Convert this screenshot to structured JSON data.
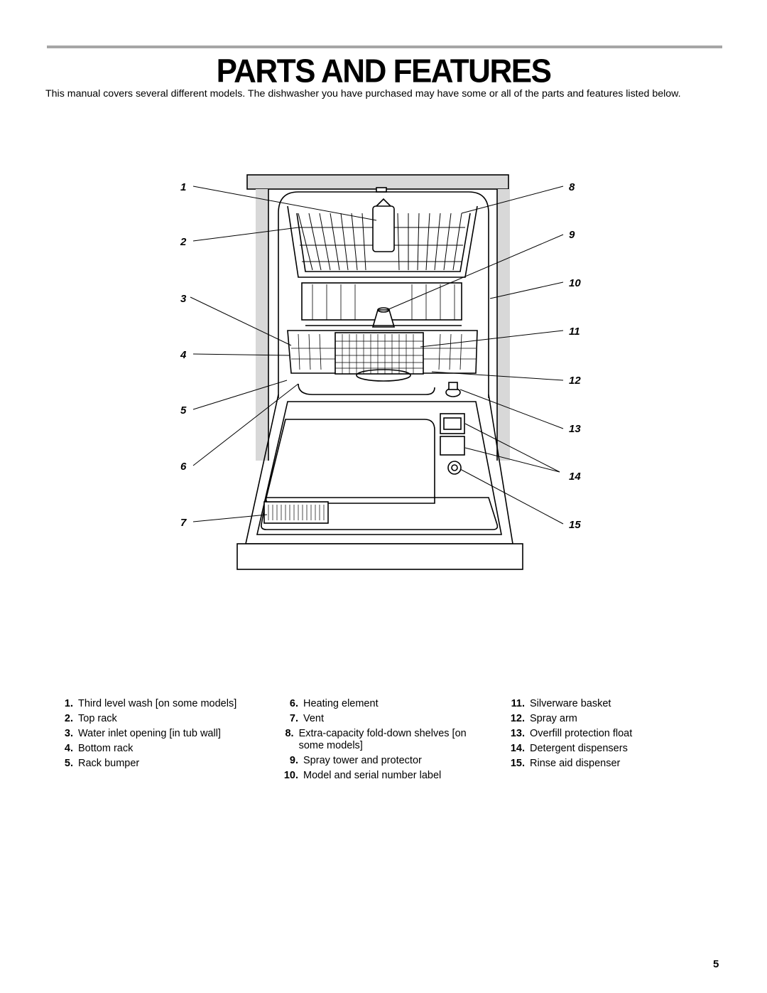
{
  "title": "PARTS AND FEATURES",
  "intro": "This manual covers several different models. The dishwasher you have purchased may have some or all of the parts and features listed below.",
  "callouts_left": [
    "1",
    "2",
    "3",
    "4",
    "5",
    "6",
    "7"
  ],
  "callouts_right": [
    "8",
    "9",
    "10",
    "11",
    "12",
    "13",
    "14",
    "15"
  ],
  "legend": {
    "col1": [
      {
        "num": "1.",
        "text": "Third level wash [on some models]"
      },
      {
        "num": "2.",
        "text": "Top rack"
      },
      {
        "num": "3.",
        "text": "Water inlet opening [in tub wall]"
      },
      {
        "num": "4.",
        "text": "Bottom rack"
      },
      {
        "num": "5.",
        "text": "Rack bumper"
      }
    ],
    "col2": [
      {
        "num": "6.",
        "text": "Heating element"
      },
      {
        "num": "7.",
        "text": "Vent"
      },
      {
        "num": "8.",
        "text": "Extra-capacity fold-down shelves [on some models]"
      },
      {
        "num": "9.",
        "text": "Spray tower and protector"
      },
      {
        "num": "10.",
        "text": "Model and serial number label"
      }
    ],
    "col3": [
      {
        "num": "11.",
        "text": "Silverware basket"
      },
      {
        "num": "12.",
        "text": "Spray arm"
      },
      {
        "num": "13.",
        "text": "Overfill protection float"
      },
      {
        "num": "14.",
        "text": "Detergent dispensers"
      },
      {
        "num": "15.",
        "text": "Rinse aid dispenser"
      }
    ]
  },
  "page_number": "5"
}
